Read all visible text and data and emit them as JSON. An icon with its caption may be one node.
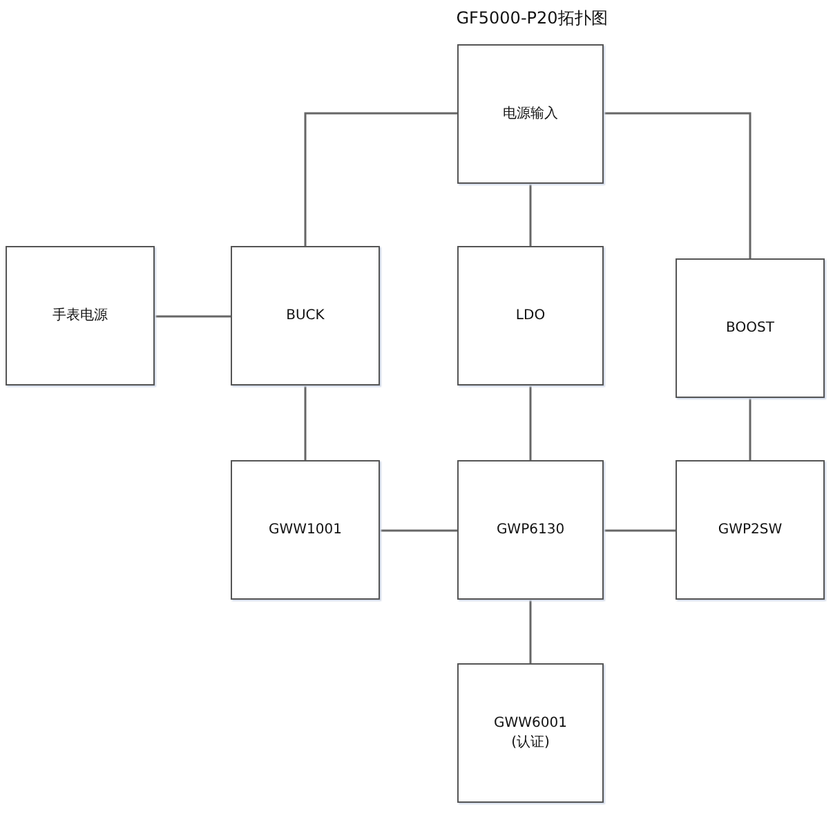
{
  "diagram": {
    "title": "GF5000-P20拓扑图",
    "nodes": [
      {
        "text": [
          "电源输入"
        ]
      },
      {
        "text": [
          "手表电源"
        ]
      },
      {
        "text": [
          "BUCK"
        ]
      },
      {
        "text": [
          "LDO"
        ]
      },
      {
        "text": [
          "BOOST"
        ]
      },
      {
        "text": [
          "GWW1001"
        ]
      },
      {
        "text": [
          "GWP6130"
        ]
      },
      {
        "text": [
          "GWP2SW"
        ]
      },
      {
        "text": [
          "GWW6001 (认证)"
        ]
      }
    ],
    "edges": [
      {
        "from": 0,
        "to": 2,
        "arrow": "none"
      },
      {
        "from": 0,
        "to": 3,
        "arrow": "none"
      },
      {
        "from": 0,
        "to": 4,
        "arrow": "none"
      },
      {
        "from": 1,
        "to": 2,
        "arrow": "none"
      },
      {
        "from": 2,
        "to": 5,
        "arrow": "none"
      },
      {
        "from": 3,
        "to": 6,
        "arrow": "none"
      },
      {
        "from": 4,
        "to": 7,
        "arrow": "none"
      },
      {
        "from": 5,
        "to": 6,
        "arrow": "none"
      },
      {
        "from": 6,
        "to": 7,
        "arrow": "none"
      },
      {
        "from": 6,
        "to": 8,
        "arrow": "none"
      }
    ]
  }
}
